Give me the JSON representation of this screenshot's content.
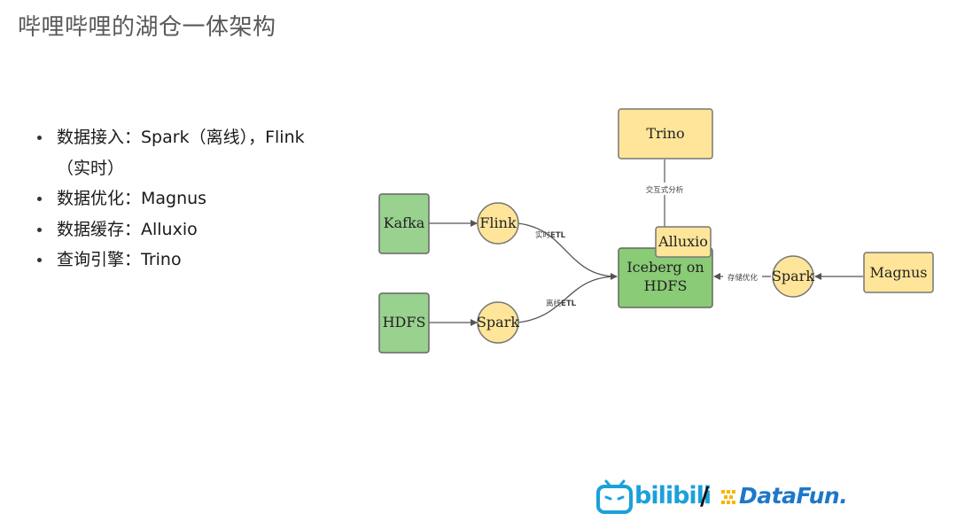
{
  "page": {
    "title": "哔哩哔哩的湖仓一体架构"
  },
  "bullets": [
    "数据接入：Spark（离线），Flink（实时）",
    "数据优化：Magnus",
    "数据缓存：Alluxio",
    "查询引擎：Trino"
  ],
  "diagram": {
    "nodes": {
      "trino": "Trino",
      "kafka": "Kafka",
      "flink": "Flink",
      "alluxio": "Alluxio",
      "iceberg_line1": "Iceberg on",
      "iceberg_line2": "HDFS",
      "spark_right": "Spark",
      "magnus": "Magnus",
      "hdfs": "HDFS",
      "spark_left": "Spark"
    },
    "edges": {
      "interactive": "交互式分析",
      "realtime_prefix": "实时",
      "offline_prefix": "离线",
      "etl": "ETL",
      "storage_opt": "存储优化"
    },
    "colors": {
      "green_fill": "#99d18f",
      "green_dark": "#8acb76",
      "yellow_fill": "#ffe599",
      "stroke": "#666666"
    }
  },
  "logos": {
    "bilibili": "bilibili",
    "separator": "/",
    "datafun": "DataFun."
  }
}
